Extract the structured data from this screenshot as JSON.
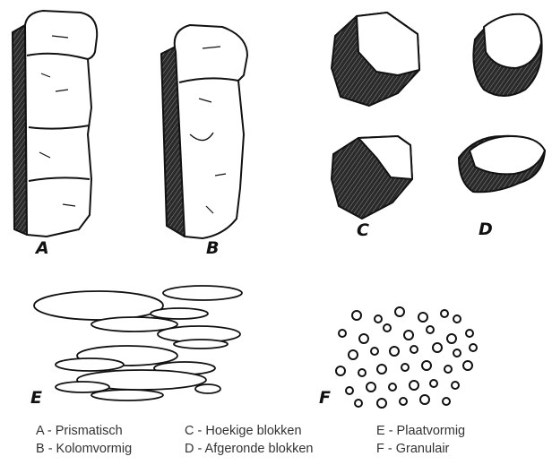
{
  "figure": {
    "labels": {
      "a": "A",
      "b": "B",
      "c": "C",
      "d": "D",
      "e": "E",
      "f": "F"
    }
  },
  "legend": {
    "a": "A - Prismatisch",
    "b": "B - Kolomvormig",
    "c": "C - Hoekige blokken",
    "d": "D - Afgeronde blokken",
    "e": "E - Plaatvormig",
    "f": "F - Granulair"
  }
}
